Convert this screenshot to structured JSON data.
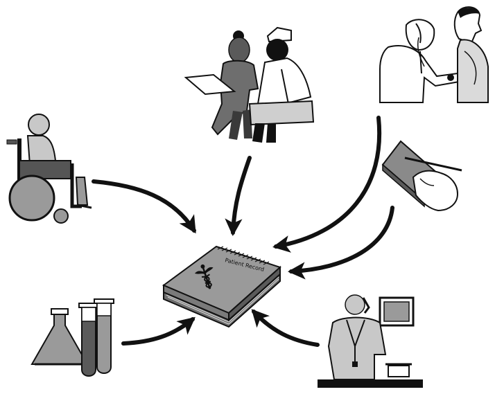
{
  "diagram": {
    "center": {
      "name": "patient-record",
      "label": "Patient Record",
      "icon": "book-with-caduceus-icon"
    },
    "sources": [
      {
        "name": "wheelchair-patient",
        "icon": "wheelchair-icon"
      },
      {
        "name": "nurses-reviewing-chart",
        "icon": "nurses-icon"
      },
      {
        "name": "doctor-examining-patient",
        "icon": "stethoscope-icon"
      },
      {
        "name": "hand-writing-notes",
        "icon": "writing-hand-icon"
      },
      {
        "name": "lab-glassware",
        "icon": "test-tubes-icon"
      },
      {
        "name": "receptionist-at-desk",
        "icon": "receptionist-icon"
      }
    ],
    "colors": {
      "ink": "#111111",
      "gray_light": "#c8c8c8",
      "gray_mid": "#9a9a9a",
      "gray_dark": "#5a5a5a"
    }
  }
}
